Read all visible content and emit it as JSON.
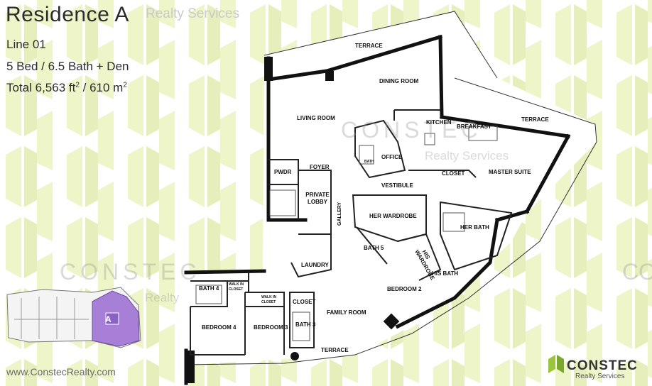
{
  "header": {
    "title": "Residence A",
    "line": "Line 01",
    "beds_baths": "5 Bed / 6.5 Bath + Den",
    "total_prefix": "Total 6,563 ft",
    "total_sup1": "2",
    "total_mid": " / 610 m",
    "total_sup2": "2"
  },
  "watermarks": {
    "realty_services": "Realty Services",
    "constec": "CONSTEC",
    "realty": "Realty",
    "realty_services_2": "Realty Services"
  },
  "rooms": {
    "terrace_top": "TERRACE",
    "dining_room": "DINING ROOM",
    "living_room": "LIVING ROOM",
    "kitchen": "KITCHEN",
    "breakfast": "BREAKFAST",
    "terrace_right": "TERRACE",
    "office": "OFFICE",
    "bath_office": "BATH",
    "closet_master": "CLOSET",
    "master_suite": "MASTER SUITE",
    "foyer": "FOYER",
    "pwdr": "PWDR",
    "private_lobby": "PRIVATE LOBBY",
    "vestibule": "VESTIBULE",
    "gallery": "GALLERY",
    "her_wardrobe": "HER WARDROBE",
    "her_bath": "HER BATH",
    "his_wardrobe": "HIS WARDROBE",
    "his_bath": "HIS BATH",
    "bath5": "BATH 5",
    "laundry": "LAUNDRY",
    "bedroom2": "BEDROOM 2",
    "bath4": "BATH 4",
    "walk_in_closet_1": "WALK IN CLOSET",
    "walk_in_closet_2": "WALK IN CLOSET",
    "closet": "CLOSET",
    "bath3": "BATH 3",
    "bedroom4": "BEDROOM 4",
    "bedroom3": "BEDROOM 3",
    "family_room": "FAMILY ROOM",
    "terrace_bottom": "TERRACE"
  },
  "keyplan": {
    "unit": "A"
  },
  "footer": {
    "website": "www.ConstecRealty.com",
    "logo_name": "CONSTEC",
    "logo_sub": "Realty Services"
  },
  "colors": {
    "pattern": "#eef5c8",
    "pattern_dark": "#e3edb4",
    "wall": "#111111",
    "unit_highlight": "#a77fd6",
    "logo_green": "#9bc53d"
  }
}
